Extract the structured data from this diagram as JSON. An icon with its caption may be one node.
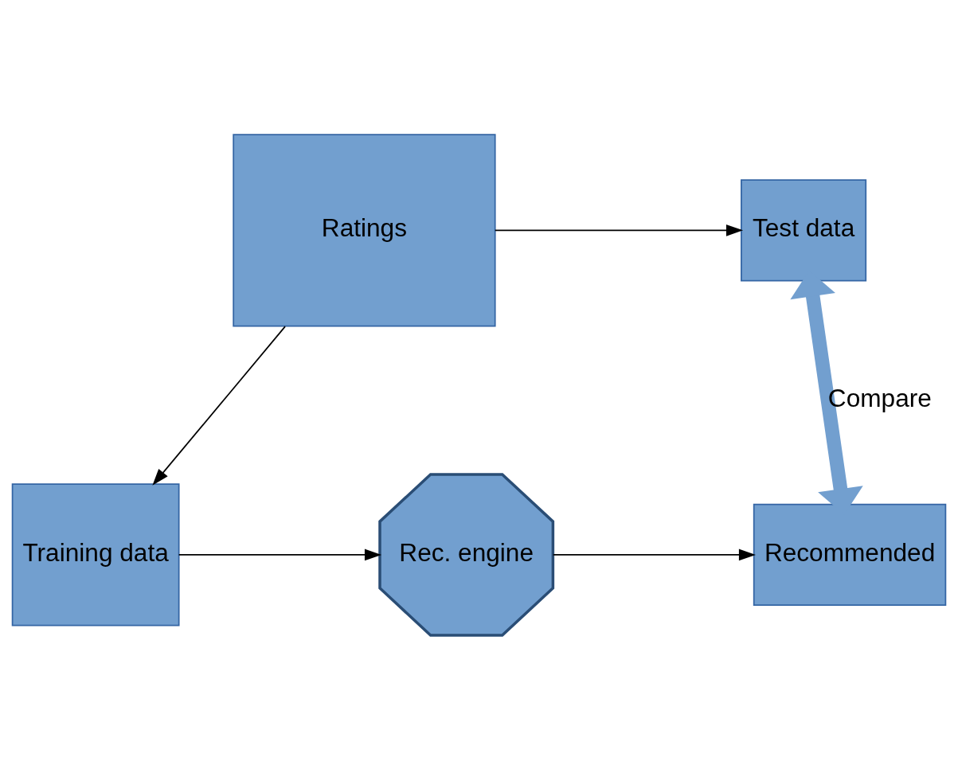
{
  "diagram": {
    "nodes": [
      {
        "text": [
          "Ratings"
        ]
      },
      {
        "text": [
          "Test data"
        ]
      },
      {
        "text": [
          "Training data"
        ]
      },
      {
        "text": [
          "Rec. engine"
        ]
      },
      {
        "text": [
          "Recommended"
        ]
      }
    ],
    "edges": [
      {
        "from": 0,
        "to": 1,
        "arrow": "to"
      },
      {
        "from": 0,
        "to": 2,
        "arrow": "to"
      },
      {
        "from": 2,
        "to": 3,
        "arrow": "to"
      },
      {
        "from": 3,
        "to": 4,
        "arrow": "to"
      },
      {
        "from": 1,
        "to": 4,
        "arrow": "both",
        "label": "Compare",
        "style": "thick",
        "color": "#729fcf"
      }
    ]
  }
}
